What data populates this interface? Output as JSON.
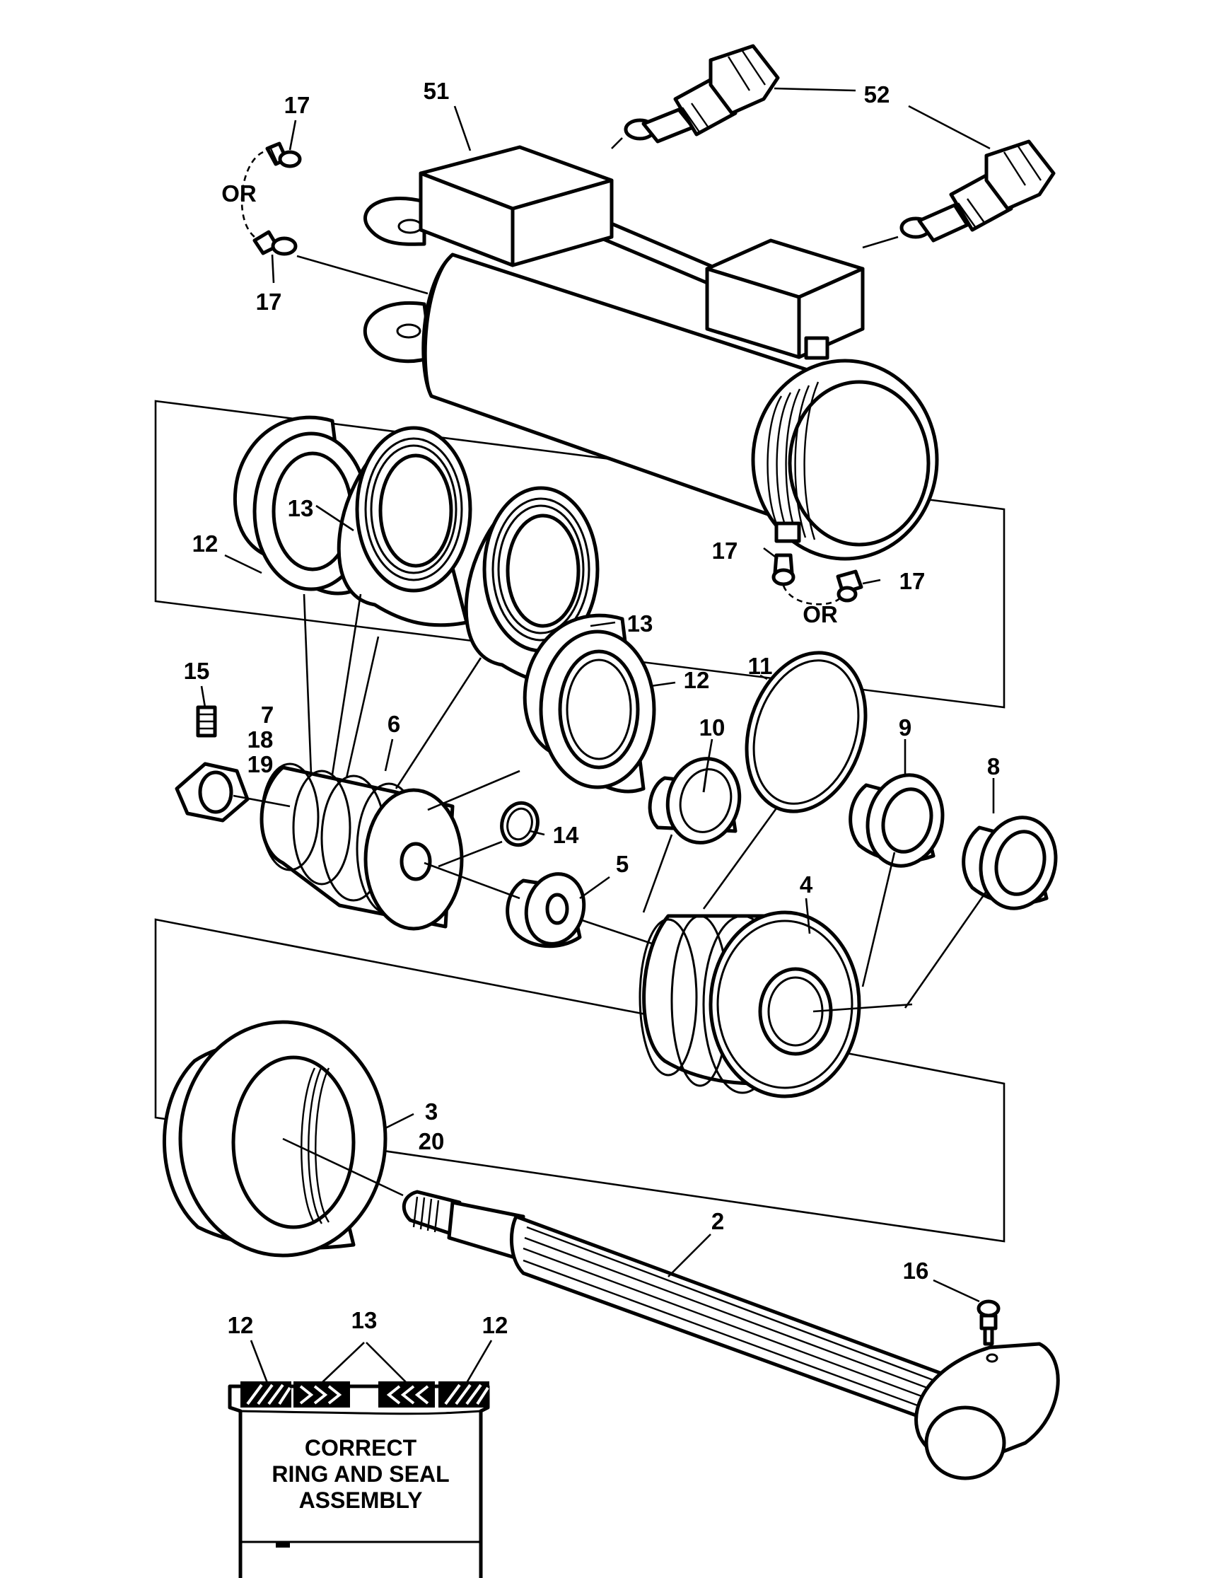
{
  "callouts": {
    "c51": "51",
    "c52": "52",
    "c17a": "17",
    "c17b": "17",
    "c17c": "17",
    "c17d": "17",
    "or1": "OR",
    "or2": "OR",
    "c13a": "13",
    "c13b": "13",
    "c12a": "12",
    "c12b": "12",
    "c11": "11",
    "c10": "10",
    "c9": "9",
    "c8": "8",
    "c15": "15",
    "c7": "7",
    "c18": "18",
    "c19": "19",
    "c6": "6",
    "c14": "14",
    "c5": "5",
    "c4": "4",
    "c3": "3",
    "c20": "20",
    "c2": "2",
    "c16": "16"
  },
  "legend": {
    "c12_left": "12",
    "c13": "13",
    "c12_right": "12",
    "line1": "CORRECT",
    "line2": "RING AND SEAL",
    "line3": "ASSEMBLY"
  }
}
